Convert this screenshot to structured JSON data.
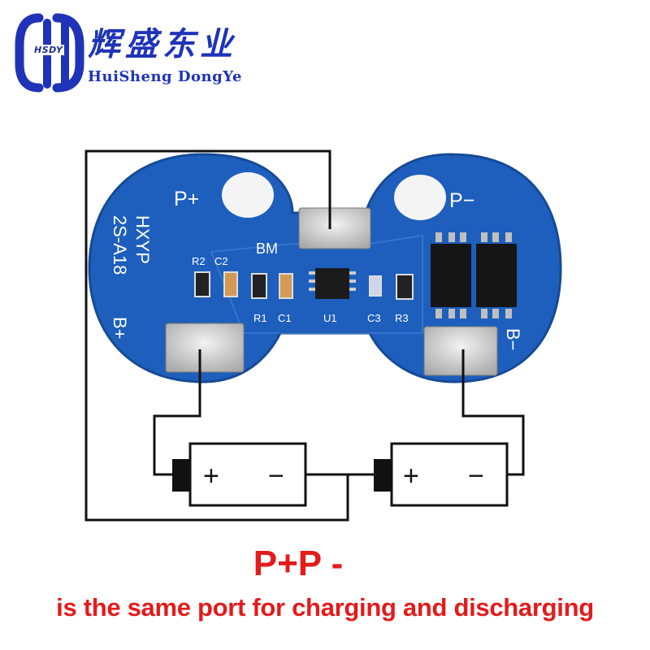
{
  "logo": {
    "badge": "HSDY",
    "name_cn": "辉盛东业",
    "name_en": "HuiSheng DongYe"
  },
  "pcb": {
    "model_line1": "HXYP",
    "model_line2": "2S-A18",
    "pads": {
      "p_plus": "P+",
      "p_minus": "P−",
      "b_plus": "B+",
      "b_minus": "B−",
      "bm": "BM"
    },
    "components": {
      "r2": "R2",
      "c2": "C2",
      "r1": "R1",
      "c1": "C1",
      "u1": "U1",
      "c3": "C3",
      "r3": "R3"
    }
  },
  "batteries": {
    "plus": "+",
    "minus": "−"
  },
  "caption": {
    "main": "P+P -",
    "sub": "is the same port for charging and discharging"
  },
  "colors": {
    "brand": "#1f33b8",
    "pcb": "#1e5fbd",
    "caption": "#e31b1b",
    "wire": "#111111"
  }
}
